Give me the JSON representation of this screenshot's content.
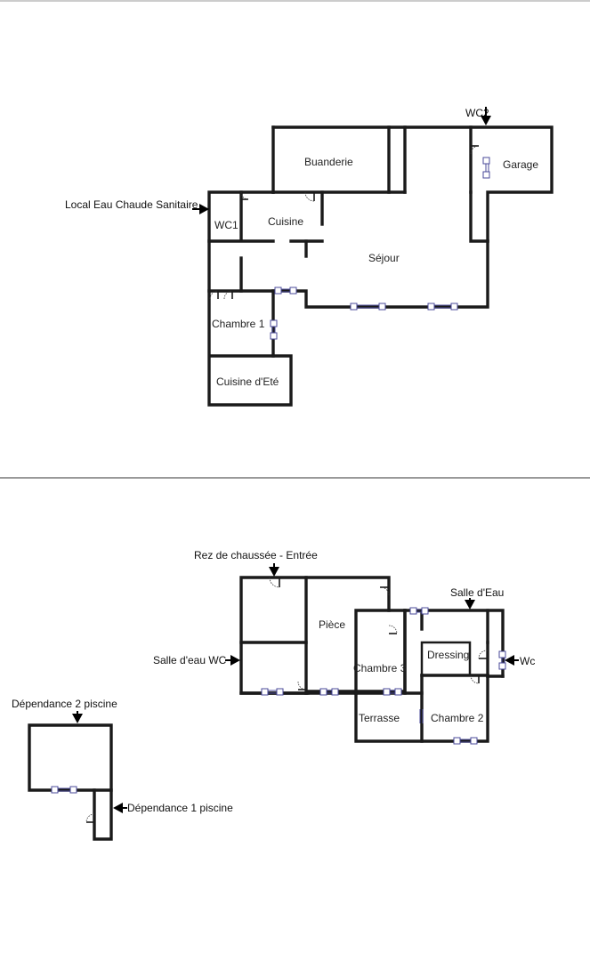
{
  "plan_upper": {
    "rooms": {
      "buanderie": "Buanderie",
      "garage": "Garage",
      "wc1": "WC1",
      "cuisine": "Cuisine",
      "sejour": "Séjour",
      "chambre1": "Chambre 1",
      "cuisine_ete": "Cuisine d'Eté"
    },
    "annotations": {
      "wc2": "WC2",
      "local_eau": "Local Eau Chaude Sanitaire"
    }
  },
  "plan_lower": {
    "rooms": {
      "piece": "Pièce",
      "chambre3": "Chambre 3",
      "dressing": "Dressing",
      "terrasse": "Terrasse",
      "chambre2": "Chambre 2"
    },
    "annotations": {
      "rez": "Rez de chaussée - Entrée",
      "salle_eau": "Salle d'Eau",
      "salle_eau_wc": "Salle d'eau WC",
      "wc": "Wc",
      "dep2": "Dépendance 2  piscine",
      "dep1": "Dépendance 1 piscine"
    }
  }
}
